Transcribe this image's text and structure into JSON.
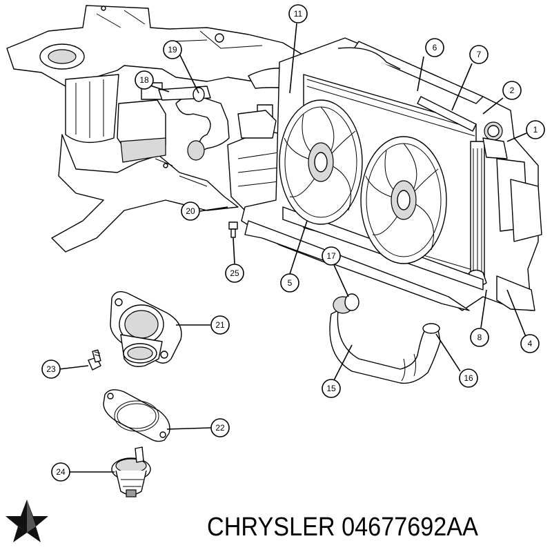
{
  "callouts": [
    {
      "id": "1",
      "label": "1"
    },
    {
      "id": "2",
      "label": "2"
    },
    {
      "id": "4",
      "label": "4"
    },
    {
      "id": "5",
      "label": "5"
    },
    {
      "id": "6",
      "label": "6"
    },
    {
      "id": "7",
      "label": "7"
    },
    {
      "id": "8",
      "label": "8"
    },
    {
      "id": "11",
      "label": "11"
    },
    {
      "id": "15",
      "label": "15"
    },
    {
      "id": "16",
      "label": "16"
    },
    {
      "id": "17",
      "label": "17"
    },
    {
      "id": "18",
      "label": "18"
    },
    {
      "id": "19",
      "label": "19"
    },
    {
      "id": "20",
      "label": "20"
    },
    {
      "id": "21",
      "label": "21"
    },
    {
      "id": "22",
      "label": "22"
    },
    {
      "id": "23",
      "label": "23"
    },
    {
      "id": "24",
      "label": "24"
    },
    {
      "id": "25",
      "label": "25"
    }
  ],
  "caption": {
    "brand": "CHRYSLER",
    "part_number": "04677692AA"
  },
  "logo": {
    "icon": "pentastar-logo-icon"
  }
}
